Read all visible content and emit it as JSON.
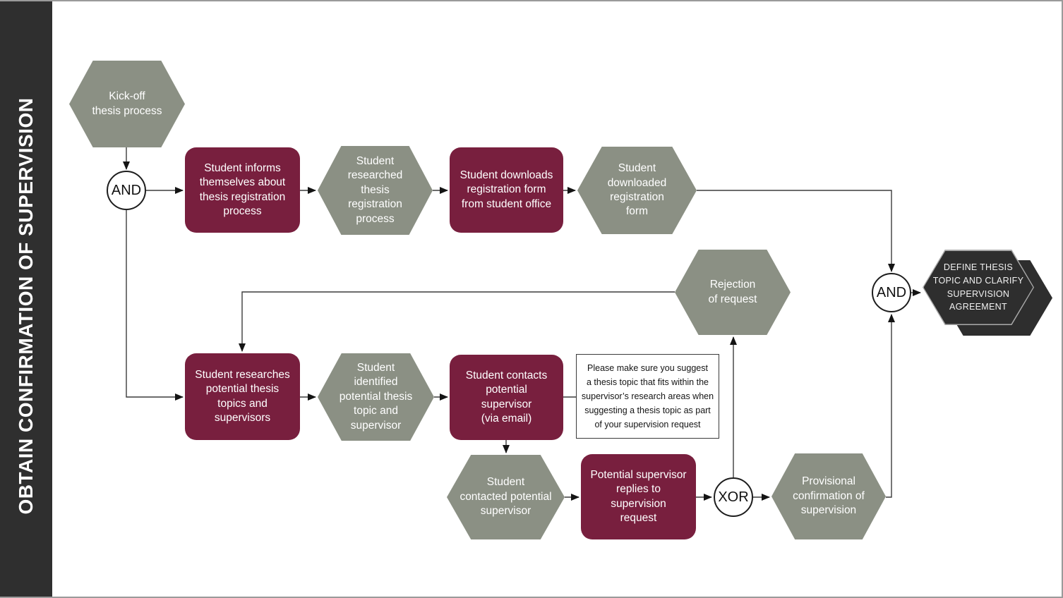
{
  "page": {
    "title": "OBTAIN CONFIRMATION OF SUPERVISION"
  },
  "colors": {
    "sidebar": "#2f2f2f",
    "event_fill": "#8b9084",
    "function_fill": "#781f3e",
    "milestone_fill": "#2e2e2e",
    "line": "#3c3c3c",
    "text_light": "#ffffff",
    "text_dark": "#141414"
  },
  "nodes": {
    "kickoff": {
      "type": "event",
      "label": "Kick-off\nthesis process"
    },
    "informs": {
      "type": "function",
      "label": "Student informs\nthemselves about\nthesis registration\nprocess"
    },
    "researched": {
      "type": "event",
      "label": "Student\nresearched\nthesis\nregistration\nprocess"
    },
    "downloads": {
      "type": "function",
      "label": "Student downloads\nregistration form\nfrom student office"
    },
    "downloaded": {
      "type": "event",
      "label": "Student\ndownloaded\nregistration\nform"
    },
    "rejection": {
      "type": "event",
      "label": "Rejection\nof request"
    },
    "researches": {
      "type": "function",
      "label": "Student researches\npotential thesis\ntopics and\nsupervisors"
    },
    "identified": {
      "type": "event",
      "label": "Student\nidentified\npotential thesis\ntopic and\nsupervisor"
    },
    "contacts": {
      "type": "function",
      "label": "Student contacts\npotential\nsupervisor\n(via email)"
    },
    "contacted": {
      "type": "event",
      "label": "Student\ncontacted potential\nsupervisor"
    },
    "replies": {
      "type": "function",
      "label": "Potential supervisor\nreplies to supervision\nrequest"
    },
    "provisional": {
      "type": "event",
      "label": "Provisional\nconfirmation of\nsupervision"
    }
  },
  "gateways": {
    "and_left": "AND",
    "and_right": "AND",
    "xor": "XOR"
  },
  "note": {
    "text": "Please make sure you suggest\na thesis topic that fits within the\nsupervisor’s research areas when\nsuggesting a thesis topic as part\nof your supervision request"
  },
  "milestone": {
    "label": "DEFINE THESIS\nTOPIC AND CLARIFY\nSUPERVISION\nAGREEMENT"
  }
}
